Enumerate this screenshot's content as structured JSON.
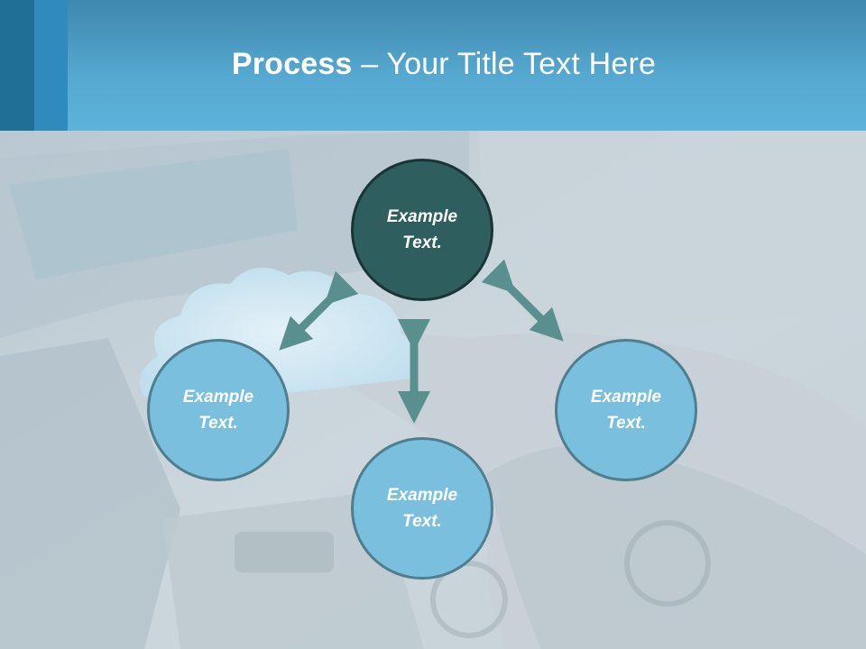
{
  "title": {
    "bold": "Process",
    "rest": " – Your Title Text Here"
  },
  "nodes": {
    "top": "Example\nText.",
    "left": "Example\nText.",
    "right": "Example\nText.",
    "bottom": "Example\nText."
  },
  "colors": {
    "header": "#56a9d1",
    "node_dark": "#2f5e5e",
    "node_light": "#7bbfde",
    "arrow": "#5a8f8f"
  }
}
